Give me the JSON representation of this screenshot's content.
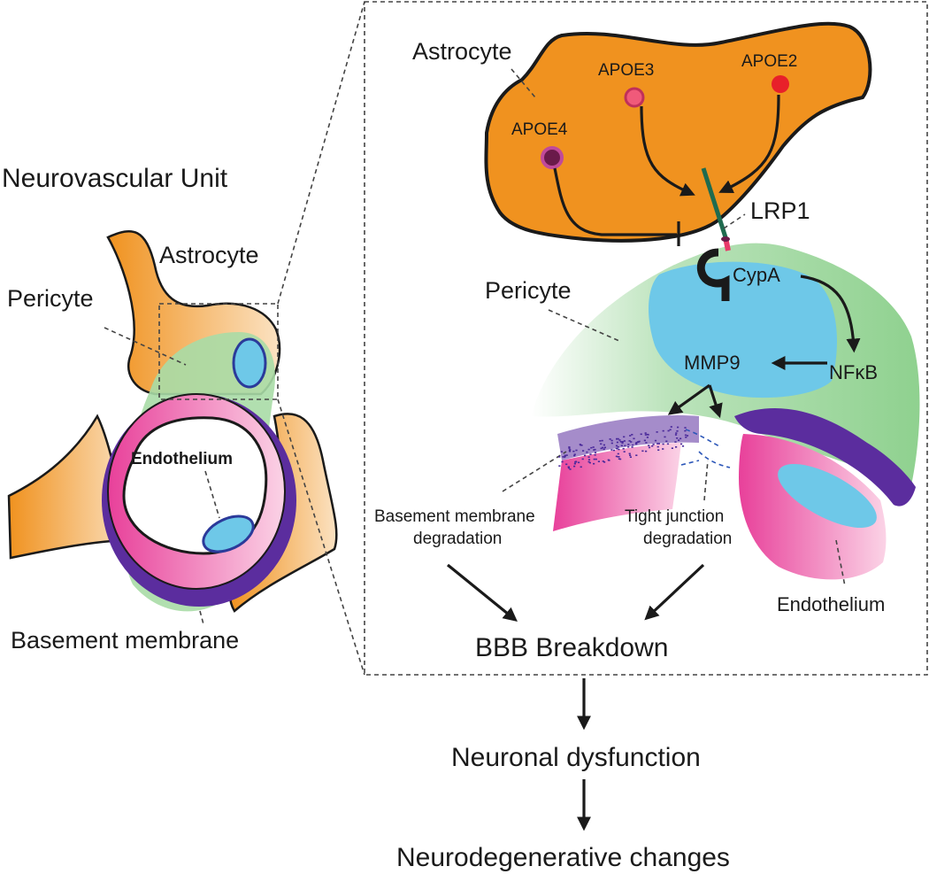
{
  "left_panel": {
    "title": "Neurovascular Unit",
    "astrocyte": "Astrocyte",
    "pericyte": "Pericyte",
    "endothelium": "Endothelium",
    "basement_membrane": "Basement membrane"
  },
  "zoom_panel": {
    "astrocyte": "Astrocyte",
    "apoe4": "APOE4",
    "apoe3": "APOE3",
    "apoe2": "APOE2",
    "lrp1": "LRP1",
    "pericyte": "Pericyte",
    "cypa": "CypA",
    "mmp9": "MMP9",
    "nfkb": "NFκB",
    "bm_degradation_1": "Basement membrane",
    "bm_degradation_2": "degradation",
    "tj_degradation_1": "Tight junction",
    "tj_degradation_2": "degradation",
    "endothelium": "Endothelium",
    "bbb_breakdown": "BBB Breakdown"
  },
  "flow": {
    "neuronal_dysfunction": "Neuronal dysfunction",
    "neurodegenerative_changes": "Neurodegenerative changes"
  },
  "colors": {
    "astrocyte": "#f0921f",
    "pericyte": "#8fd18f",
    "nucleus": "#6ec8e8",
    "endothelium": "#e8409a",
    "basement_membrane": "#5b2d9e",
    "apoe4": "#6a1a4a",
    "apoe3": "#f05a7a",
    "apoe2": "#e8202a"
  }
}
